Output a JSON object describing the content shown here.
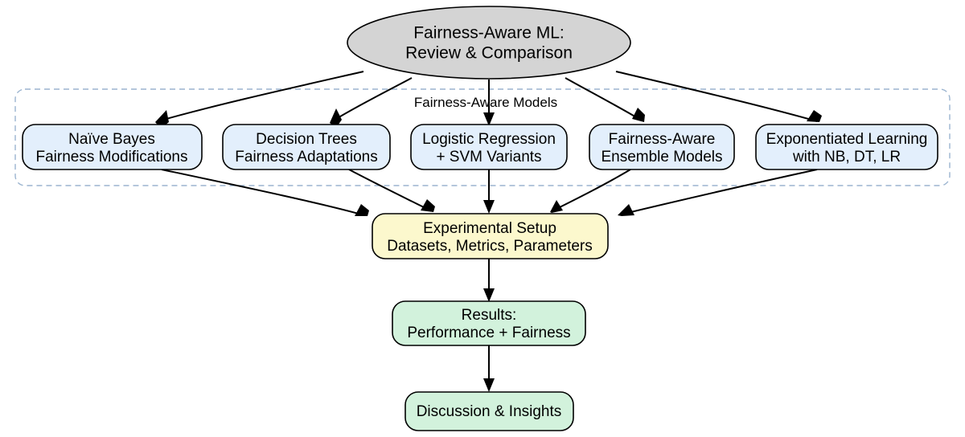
{
  "diagram": {
    "title": "Fairness-Aware ML: Review & Comparison",
    "colors": {
      "root_fill": "#d4d4d4",
      "model_fill": "#e3effc",
      "setup_fill": "#fcf8cd",
      "results_fill": "#d2f2dc",
      "discussion_fill": "#d2f2dc",
      "node_stroke": "#000000",
      "cluster_stroke": "#9bb4cf",
      "edge_stroke": "#000000",
      "background": "#ffffff"
    },
    "root": {
      "id": "root",
      "shape": "ellipse",
      "line1": "Fairness-Aware ML:",
      "line2": "Review & Comparison"
    },
    "cluster": {
      "id": "fairness-aware-models",
      "label": "Fairness-Aware Models",
      "style": "dashed"
    },
    "models": [
      {
        "id": "naive-bayes",
        "line1": "Naïve Bayes",
        "line2": "Fairness Modifications"
      },
      {
        "id": "decision-trees",
        "line1": "Decision Trees",
        "line2": "Fairness Adaptations"
      },
      {
        "id": "logistic-regression-svm",
        "line1": "Logistic Regression",
        "line2": "+ SVM Variants"
      },
      {
        "id": "fairness-aware-ensemble",
        "line1": "Fairness-Aware",
        "line2": "Ensemble Models"
      },
      {
        "id": "exponentiated-learning",
        "line1": "Exponentiated Learning",
        "line2": "with NB, DT, LR"
      }
    ],
    "pipeline": [
      {
        "id": "experimental-setup",
        "line1": "Experimental Setup",
        "line2": "Datasets, Metrics, Parameters"
      },
      {
        "id": "results",
        "line1": "Results:",
        "line2": "Performance + Fairness"
      },
      {
        "id": "discussion",
        "line1": "Discussion & Insights",
        "line2": ""
      }
    ],
    "edges": [
      {
        "from": "root",
        "to": "naive-bayes"
      },
      {
        "from": "root",
        "to": "decision-trees"
      },
      {
        "from": "root",
        "to": "logistic-regression-svm"
      },
      {
        "from": "root",
        "to": "fairness-aware-ensemble"
      },
      {
        "from": "root",
        "to": "exponentiated-learning"
      },
      {
        "from": "naive-bayes",
        "to": "experimental-setup"
      },
      {
        "from": "decision-trees",
        "to": "experimental-setup"
      },
      {
        "from": "logistic-regression-svm",
        "to": "experimental-setup"
      },
      {
        "from": "fairness-aware-ensemble",
        "to": "experimental-setup"
      },
      {
        "from": "exponentiated-learning",
        "to": "experimental-setup"
      },
      {
        "from": "experimental-setup",
        "to": "results"
      },
      {
        "from": "results",
        "to": "discussion"
      }
    ]
  }
}
